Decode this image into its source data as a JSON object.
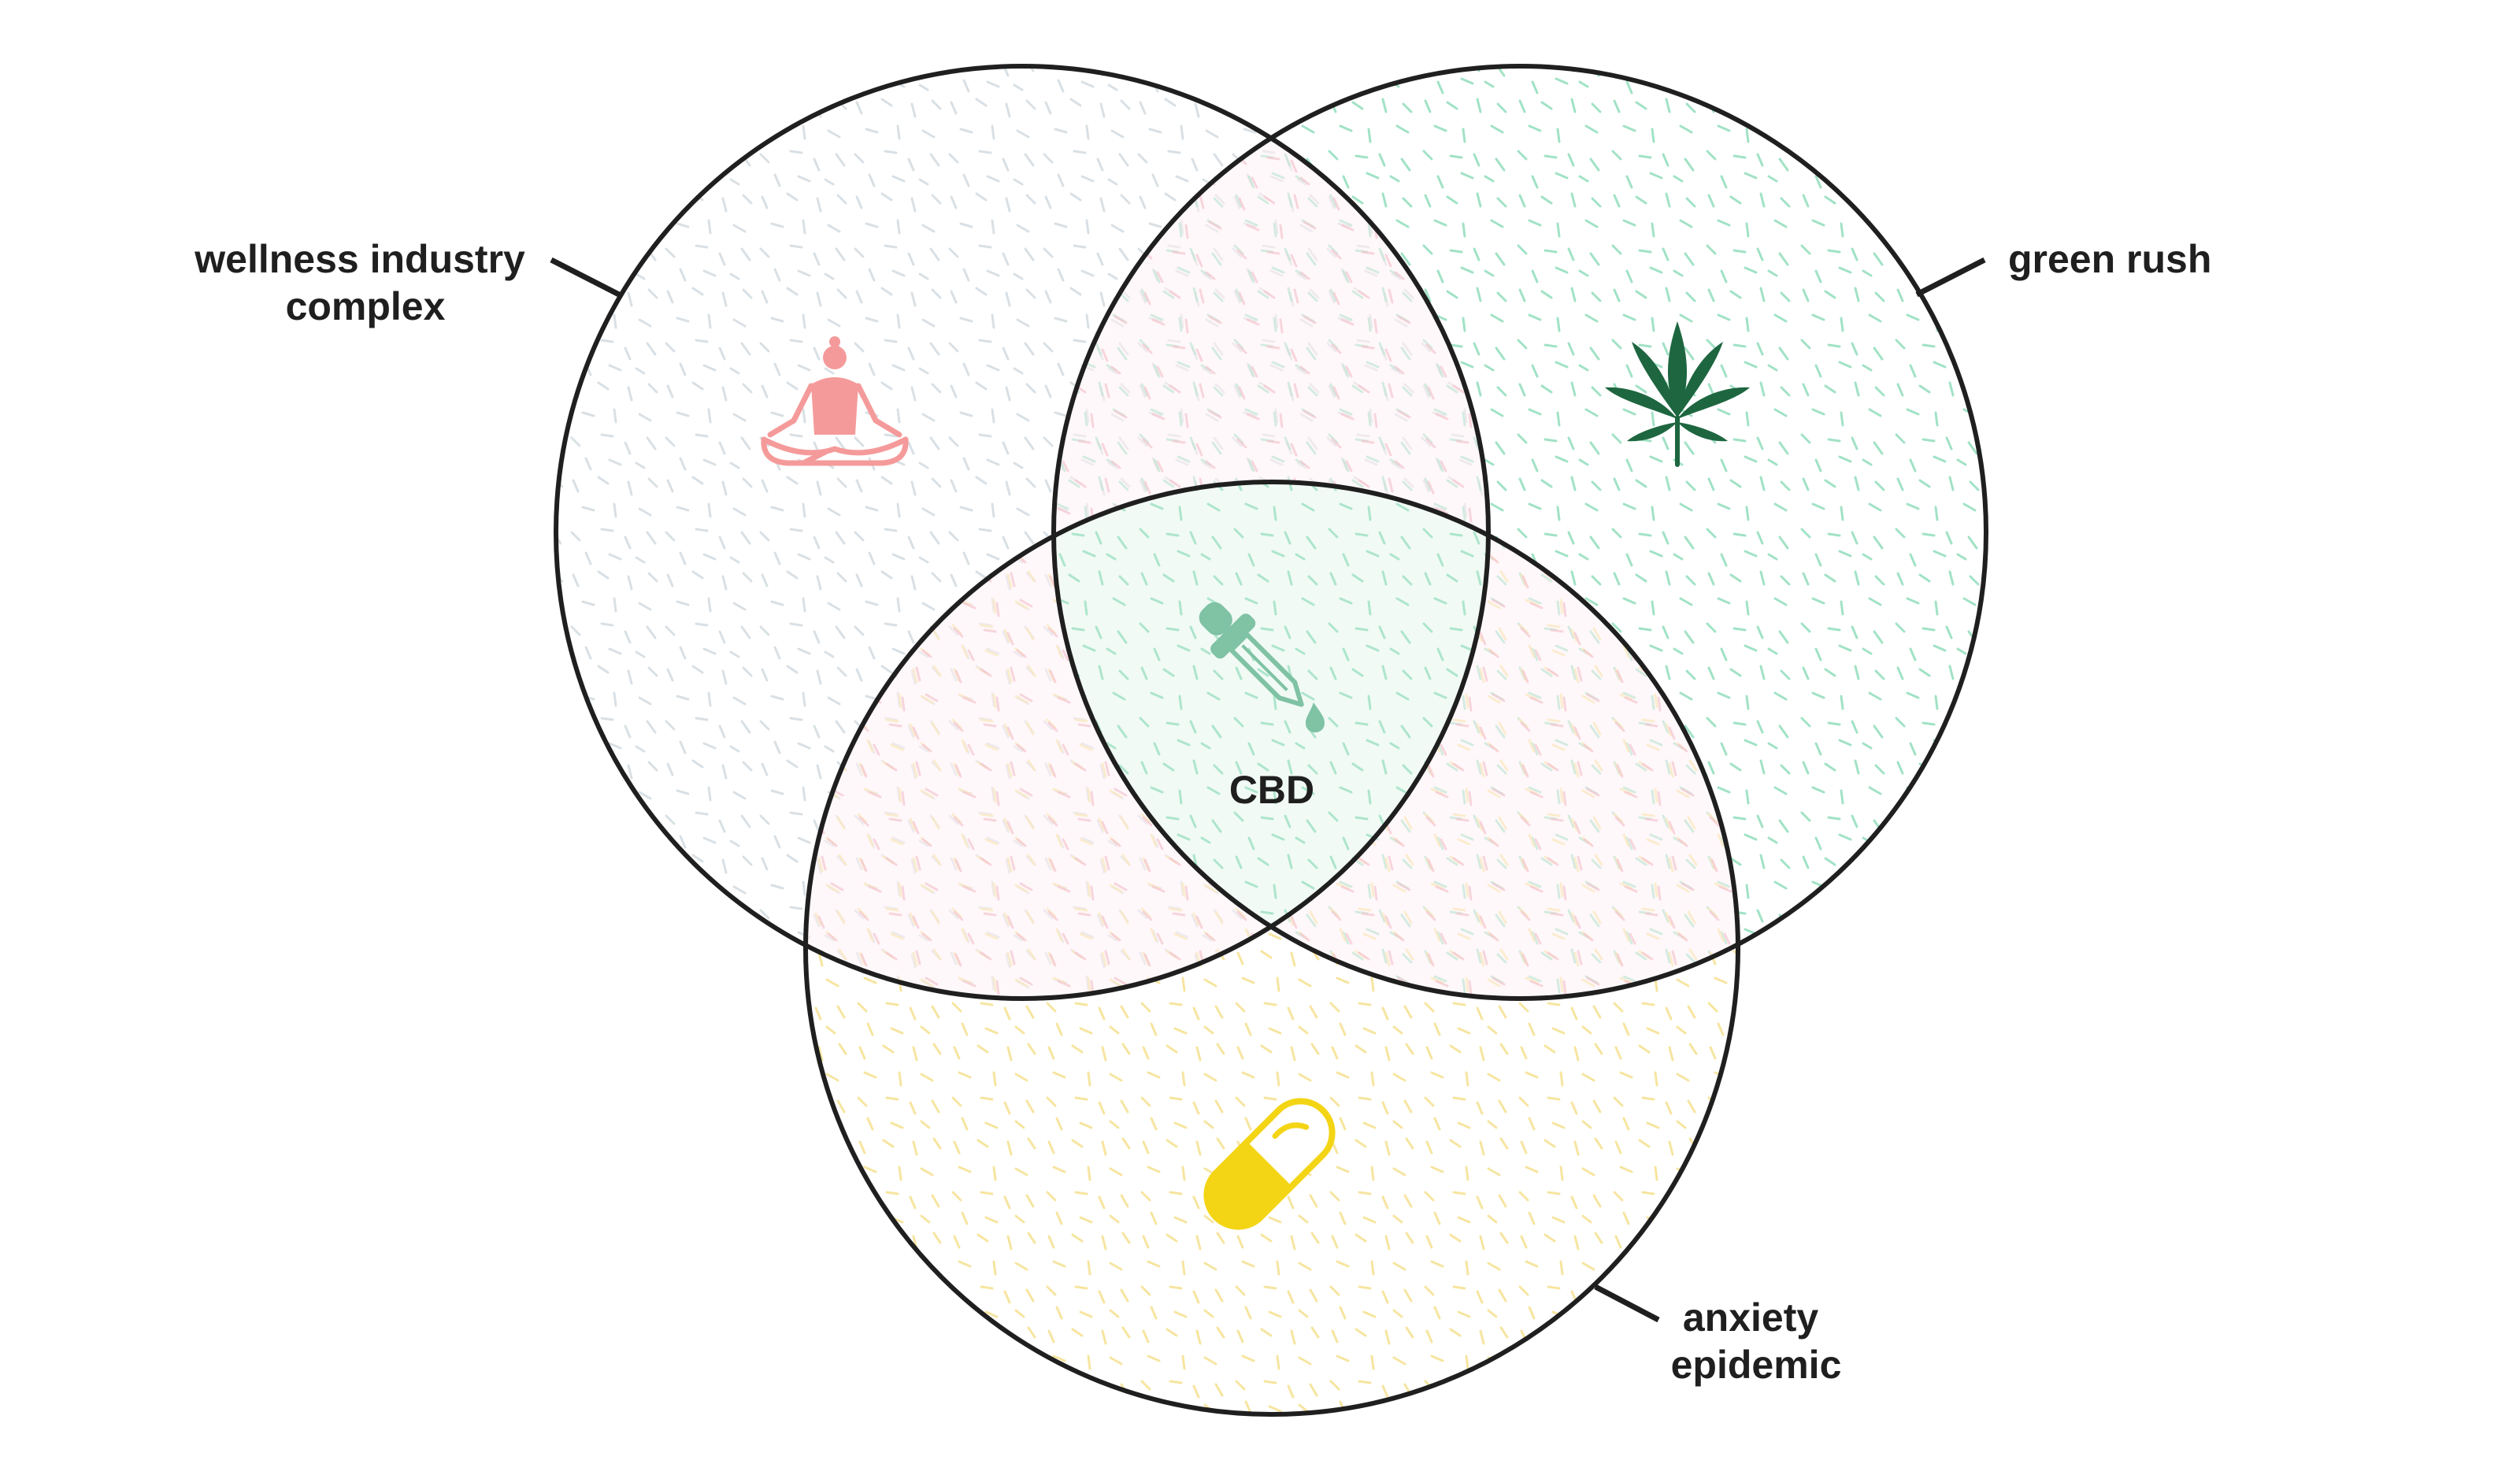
{
  "diagram": {
    "type": "venn",
    "sets": [
      {
        "id": "wellness",
        "label_lines": [
          "wellness industry",
          "complex"
        ],
        "icon": "meditation-icon",
        "icon_color": "#f59a9a",
        "tint": "#b9c6cf"
      },
      {
        "id": "green-rush",
        "label_lines": [
          "green rush"
        ],
        "icon": "cannabis-leaf-icon",
        "icon_color": "#1e6640",
        "tint": "#6fd3a6"
      },
      {
        "id": "anxiety",
        "label_lines": [
          "anxiety",
          "epidemic"
        ],
        "icon": "pill-capsule-icon",
        "icon_color": "#f3d515",
        "tint": "#f3dc80"
      }
    ],
    "center": {
      "label": "CBD",
      "icon": "dropper-icon",
      "icon_color": "#7fc2a4"
    },
    "overlap_tint": "#f4c6cf",
    "outline_color": "#1f1f1f"
  }
}
